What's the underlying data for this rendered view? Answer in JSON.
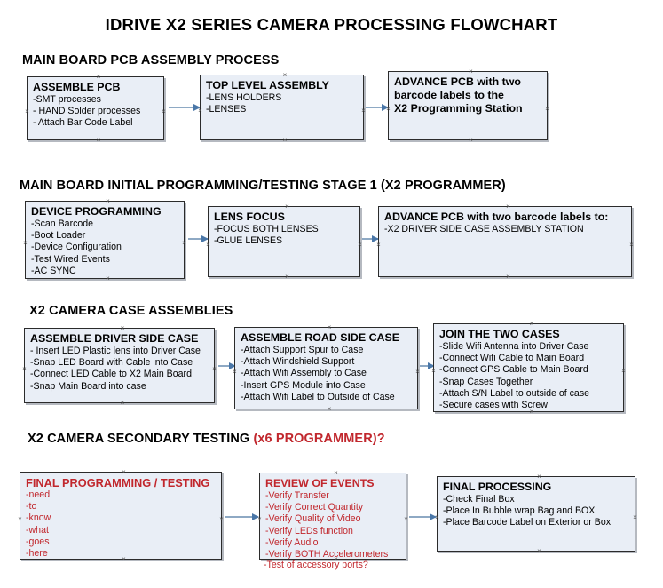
{
  "document": {
    "title": "IDRIVE X2  SERIES CAMERA PROCESSING FLOWCHART",
    "accent_red": "#c1272d",
    "box_fill": "#e9eef6",
    "box_border": "#2b2b2b",
    "connector_color": "#8ea9c4"
  },
  "sections": [
    {
      "id": "main-board-pcb-assembly",
      "heading": "MAIN BOARD PCB ASSEMBLY PROCESS",
      "heading_accent": "",
      "boxes": [
        {
          "id": "assemble-pcb",
          "title": "ASSEMBLE PCB",
          "lines": [
            "-SMT processes",
            "- HAND Solder processes",
            "- Attach Bar Code Label"
          ]
        },
        {
          "id": "top-level-assembly",
          "title": "TOP LEVEL ASSEMBLY",
          "lines": [
            "-LENS HOLDERS",
            "-LENSES"
          ]
        },
        {
          "id": "advance-pcb-programming-station",
          "title_lines": [
            "ADVANCE PCB with two",
            "barcode labels to the",
            " X2 Programming Station"
          ],
          "lines": []
        }
      ]
    },
    {
      "id": "main-board-initial-programming",
      "heading": "MAIN BOARD INITIAL PROGRAMMING/TESTING STAGE 1 (X2 PROGRAMMER)",
      "heading_accent": "",
      "boxes": [
        {
          "id": "device-programming",
          "title": "DEVICE PROGRAMMING",
          "lines": [
            "-Scan Barcode",
            "-Boot Loader",
            "-Device Configuration",
            "-Test Wired Events",
            "-AC SYNC"
          ]
        },
        {
          "id": "lens-focus",
          "title": "LENS FOCUS",
          "lines": [
            "-FOCUS BOTH LENSES",
            "-GLUE LENSES"
          ]
        },
        {
          "id": "advance-pcb-driver-side",
          "title": "ADVANCE PCB with two barcode labels to:",
          "lines": [
            "-X2 DRIVER  SIDE  CASE  ASSEMBLY STATION"
          ]
        }
      ]
    },
    {
      "id": "x2-camera-case-assemblies",
      "heading": "X2 CAMERA CASE ASSEMBLIES",
      "heading_accent": "",
      "boxes": [
        {
          "id": "assemble-driver-side-case",
          "title": "ASSEMBLE DRIVER SIDE CASE",
          "lines": [
            "- Insert LED Plastic lens into Driver Case",
            "-Snap LED Board with Cable into Case",
            "-Connect LED Cable to X2 Main Board",
            "-Snap Main Board into case"
          ]
        },
        {
          "id": "assemble-road-side-case",
          "title": "ASSEMBLE ROAD SIDE CASE",
          "lines": [
            "-Attach Support Spur to Case",
            "-Attach Windshield Support",
            "-Attach Wifi Assembly to Case",
            "-Insert GPS Module into Case",
            "-Attach Wifi Label to Outside of Case"
          ]
        },
        {
          "id": "join-the-two-cases",
          "title": "JOIN THE TWO CASES",
          "lines": [
            "-Slide Wifi Antenna into Driver Case",
            "-Connect Wifi Cable to Main Board",
            "-Connect GPS Cable to Main Board",
            "-Snap Cases Together",
            "-Attach S/N Label to outside of case",
            "-Secure cases with Screw"
          ]
        }
      ]
    },
    {
      "id": "x2-camera-secondary-testing",
      "heading": "X2 CAMERA SECONDARY TESTING ",
      "heading_accent": "(x6 PROGRAMMER)?",
      "boxes": [
        {
          "id": "final-programming-testing",
          "title": "FINAL PROGRAMMING / TESTING",
          "lines": [
            "-need",
            "-to",
            "-know",
            "-what",
            "-goes",
            "-here"
          ]
        },
        {
          "id": "review-of-events",
          "title": "REVIEW OF EVENTS",
          "lines": [
            "-Verify Transfer",
            "-Verify Correct Quantity",
            "-Verify Quality of Video",
            "-Verify LEDs function",
            "-Verify Audio",
            "-Verify BOTH Accelerometers"
          ],
          "overflow_line": "-Test of accessory ports?"
        },
        {
          "id": "final-processing",
          "title": "FINAL PROCESSING",
          "lines": [
            " -Check Final Box",
            "-Place In Bubble wrap Bag and BOX",
            "-Place Barcode Label on Exterior or Box"
          ]
        }
      ]
    }
  ]
}
